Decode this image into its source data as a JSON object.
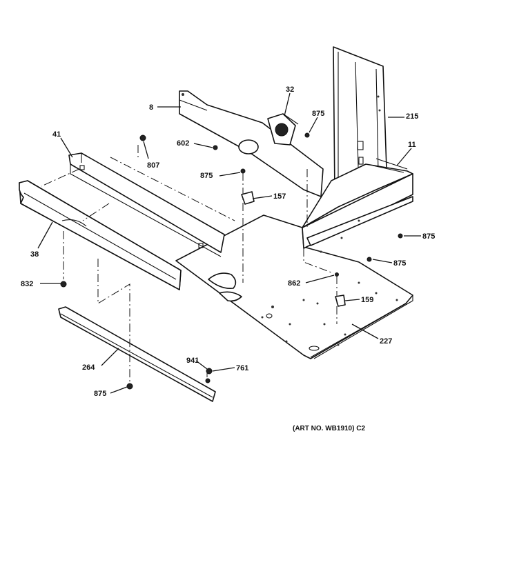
{
  "diagram": {
    "callouts": [
      {
        "id": "c8",
        "text": "8"
      },
      {
        "id": "c32",
        "text": "32"
      },
      {
        "id": "c875a",
        "text": "875"
      },
      {
        "id": "c215",
        "text": "215"
      },
      {
        "id": "c41",
        "text": "41"
      },
      {
        "id": "c602",
        "text": "602"
      },
      {
        "id": "c11",
        "text": "11"
      },
      {
        "id": "c807",
        "text": "807"
      },
      {
        "id": "c875b",
        "text": "875"
      },
      {
        "id": "c157",
        "text": "157"
      },
      {
        "id": "c875c",
        "text": "875"
      },
      {
        "id": "c38",
        "text": "38"
      },
      {
        "id": "c875d",
        "text": "875"
      },
      {
        "id": "c832",
        "text": "832"
      },
      {
        "id": "c862",
        "text": "862"
      },
      {
        "id": "c159",
        "text": "159"
      },
      {
        "id": "c227",
        "text": "227"
      },
      {
        "id": "c264",
        "text": "264"
      },
      {
        "id": "c941",
        "text": "941"
      },
      {
        "id": "c761",
        "text": "761"
      },
      {
        "id": "c875e",
        "text": "875"
      }
    ],
    "art_number": "(ART NO. WB1910) C2"
  }
}
